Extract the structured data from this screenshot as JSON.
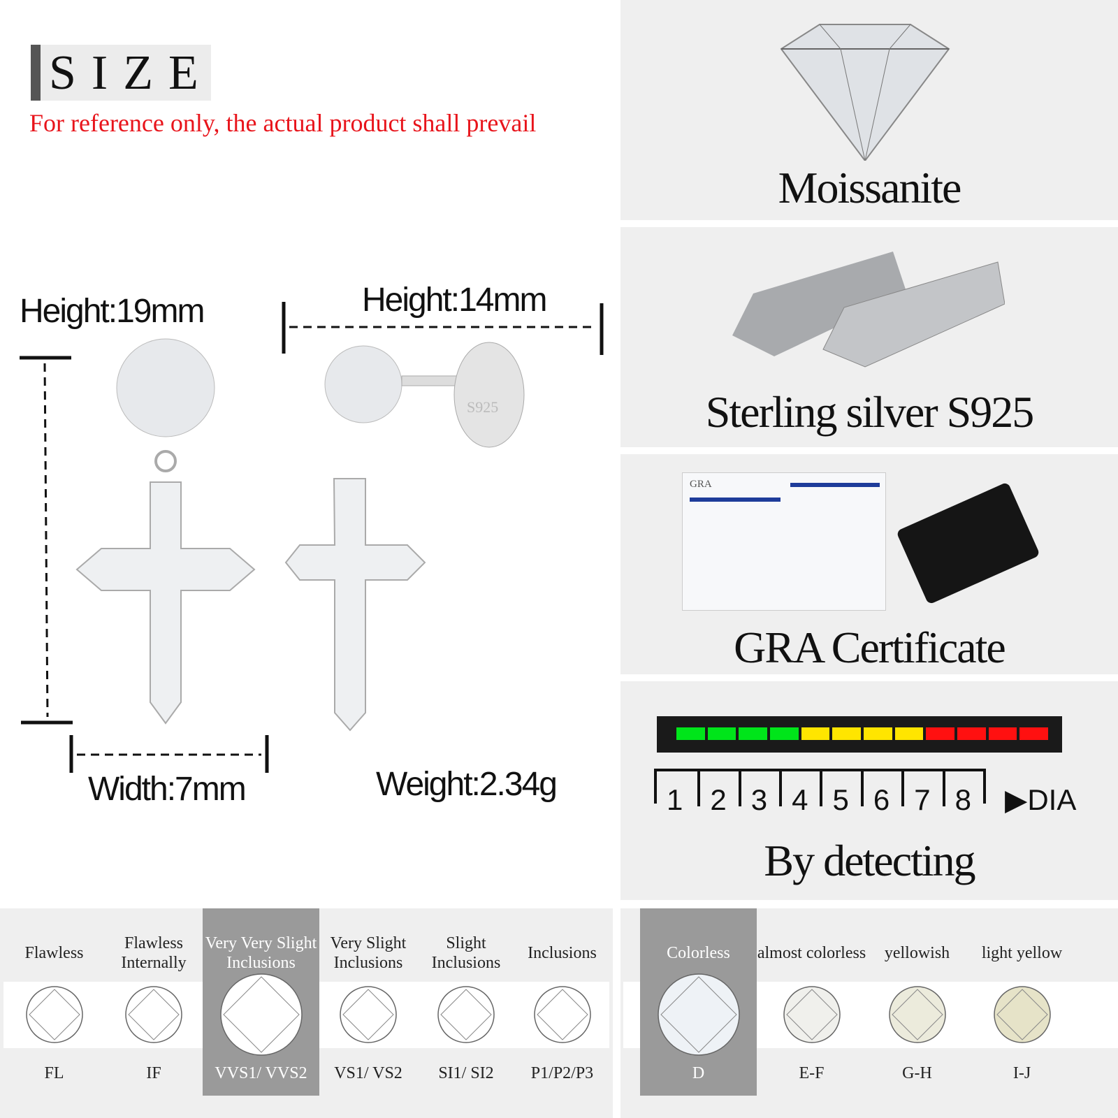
{
  "size": {
    "title": "SIZE",
    "note": "For reference only, the actual product shall prevail"
  },
  "dimensions": {
    "height_front": "Height:19mm",
    "height_side": "Height:14mm",
    "width": "Width:7mm",
    "weight": "Weight:2.34g",
    "stamp": "S925"
  },
  "features": [
    {
      "title": "Moissanite"
    },
    {
      "title": "Sterling silver S925"
    },
    {
      "title": "GRA Certificate",
      "cert_logo": "GRA"
    },
    {
      "title": "By detecting",
      "scale": [
        "1",
        "2",
        "3",
        "4",
        "5",
        "6",
        "7",
        "8"
      ],
      "scale_label": "DIA",
      "bar_colors": [
        "#00e51a",
        "#00e51a",
        "#00e51a",
        "#00e51a",
        "#ffe500",
        "#ffe500",
        "#ffe500",
        "#ffe500",
        "#ff1010",
        "#ff1010",
        "#ff1010",
        "#ff1010"
      ]
    }
  ],
  "clarity": [
    {
      "label": "Flawless",
      "code": "FL"
    },
    {
      "label": "Flawless Internally",
      "code": "IF"
    },
    {
      "label": "Very Very Slight Inclusions",
      "code": "VVS1/ VVS2",
      "highlight": true
    },
    {
      "label": "Very Slight Inclusions",
      "code": "VS1/ VS2"
    },
    {
      "label": "Slight Inclusions",
      "code": "SI1/ SI2"
    },
    {
      "label": "Inclusions",
      "code": "P1/P2/P3"
    }
  ],
  "color": [
    {
      "label": "Colorless",
      "code": "D",
      "highlight": true
    },
    {
      "label": "almost colorless",
      "code": "E-F"
    },
    {
      "label": "yellowish",
      "code": "G-H"
    },
    {
      "label": "light yellow",
      "code": "I-J"
    }
  ]
}
